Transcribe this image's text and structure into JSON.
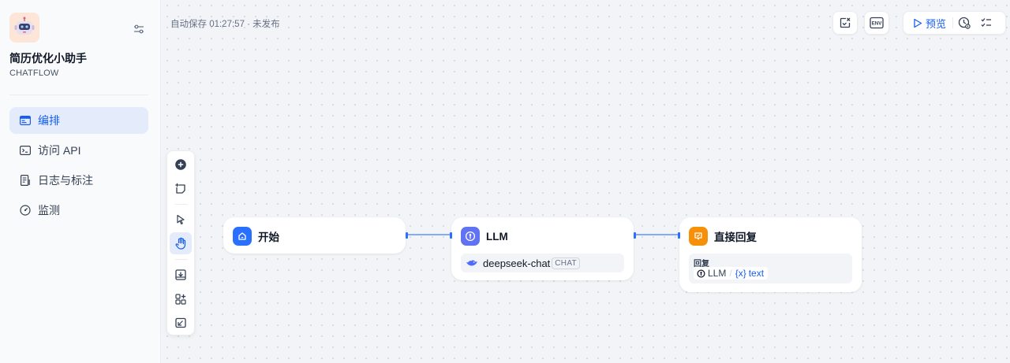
{
  "app": {
    "name": "简历优化小助手",
    "mode": "CHATFLOW",
    "icon": "robot-emoji-icon"
  },
  "nav": [
    {
      "label": "编排",
      "icon": "workflow-icon",
      "active": true
    },
    {
      "label": "访问 API",
      "icon": "terminal-icon",
      "active": false
    },
    {
      "label": "日志与标注",
      "icon": "document-icon",
      "active": false
    },
    {
      "label": "监测",
      "icon": "dashboard-icon",
      "active": false
    }
  ],
  "header": {
    "autosave": "自动保存 01:27:57 · 未发布",
    "preview_label": "预览",
    "env_label": "ENV"
  },
  "nodes": {
    "start": {
      "title": "开始",
      "color": "#2970ff"
    },
    "llm": {
      "title": "LLM",
      "color": "#6172f3",
      "model": "deepseek-chat",
      "model_tag": "CHAT"
    },
    "answer": {
      "title": "直接回复",
      "color": "#f79009",
      "field_label": "回复",
      "source_node": "LLM",
      "separator": "/",
      "var_prefix": "{x}",
      "var_name": "text"
    }
  },
  "colors": {
    "accent": "#155eef",
    "edge": "#2970ff"
  }
}
